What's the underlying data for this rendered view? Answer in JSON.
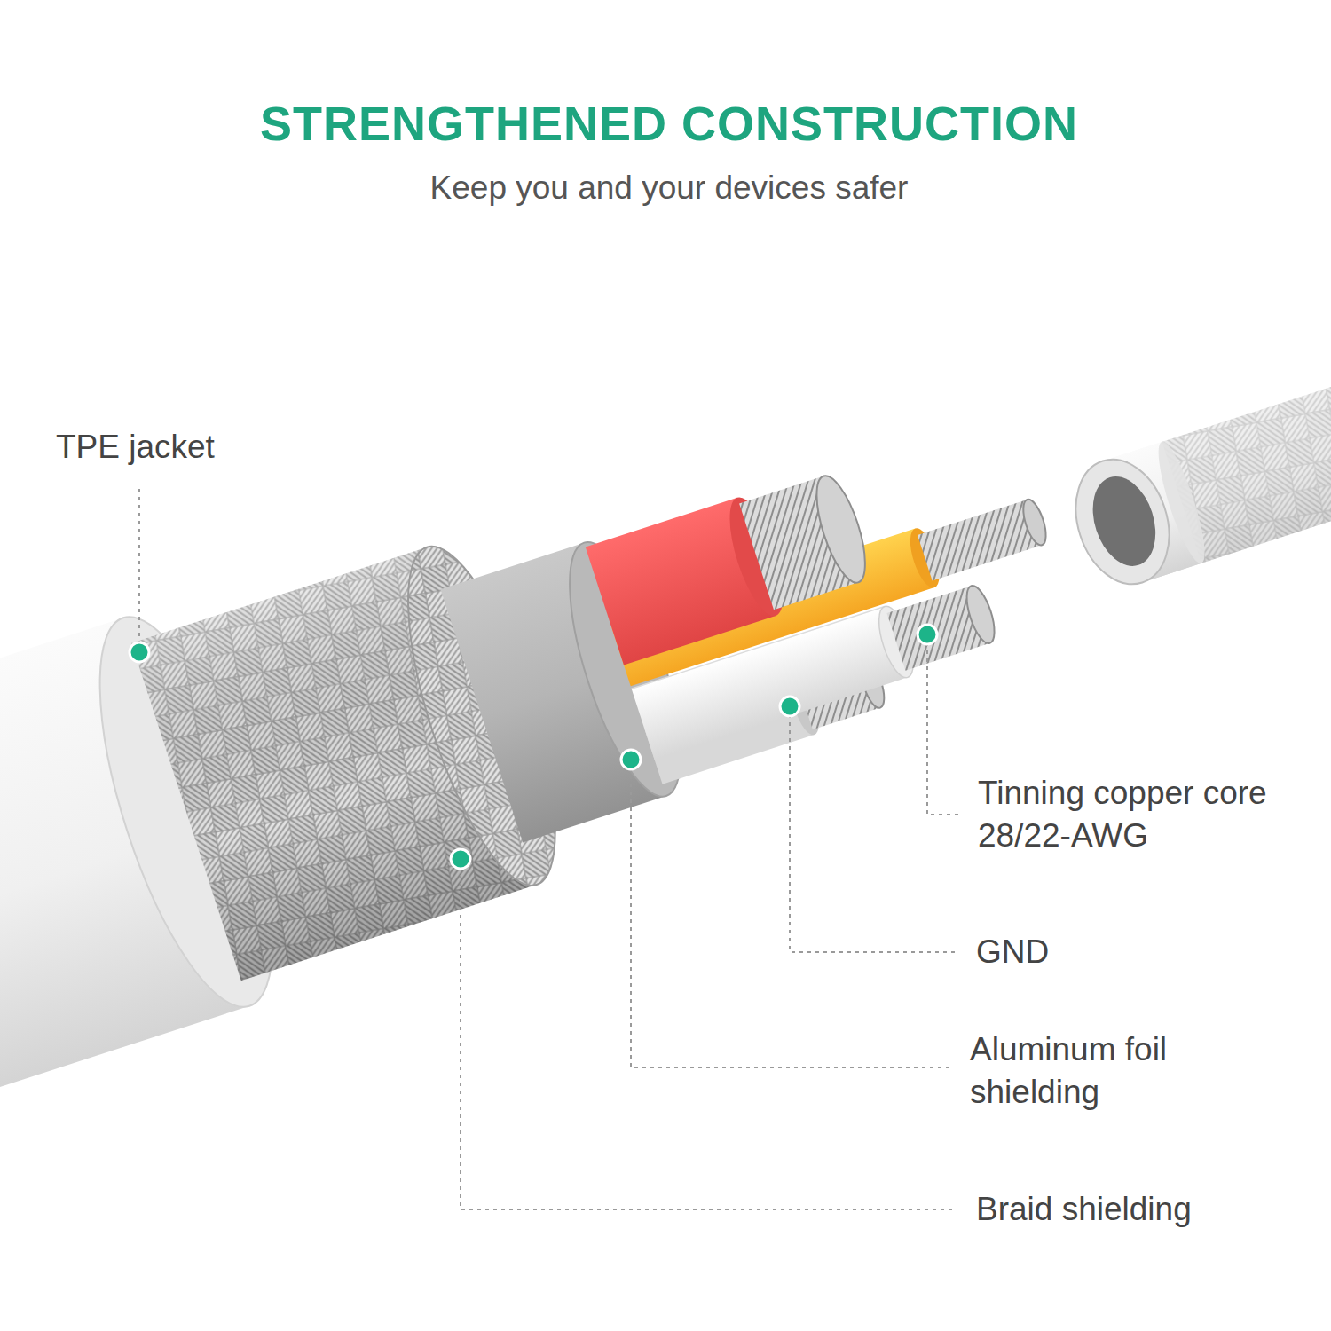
{
  "diagram": {
    "title": "STRENGTHENED CONSTRUCTION",
    "labels": [
      "Keep you and your devices safer",
      "TPE jacket",
      "Tinning copper core 28/22-AWG",
      "GND",
      "Aluminum foil shielding",
      "Braid shielding"
    ]
  }
}
